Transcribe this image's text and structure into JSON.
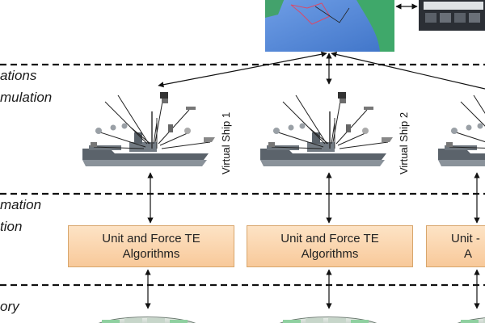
{
  "lanes": [
    {
      "id": "lane-1-line-1",
      "text": "ations"
    },
    {
      "id": "lane-1-line-2",
      "text": "mulation"
    },
    {
      "id": "lane-2-line-1",
      "text": "mation"
    },
    {
      "id": "lane-2-line-2",
      "text": "tion"
    },
    {
      "id": "lane-3-line-1",
      "text": "ory"
    }
  ],
  "ships": [
    {
      "label": "Virtual Ship 1"
    },
    {
      "label": "Virtual Ship 2"
    }
  ],
  "algorithms": [
    {
      "line1": "Unit and Force TE",
      "line2": "Algorithms"
    },
    {
      "line1": "Unit and Force TE",
      "line2": "Algorithms"
    },
    {
      "line1": "Unit - ",
      "line2": "A"
    }
  ],
  "colors": {
    "map_water": "#4f86d8",
    "map_land": "#3fa86a",
    "box_border": "#d8a66c",
    "box_fill": "#f8c99a",
    "dashed_line": "#111111"
  },
  "icons": [
    "map-thumbnail",
    "cockpit-thumbnail",
    "ship-icon",
    "console-icon"
  ]
}
